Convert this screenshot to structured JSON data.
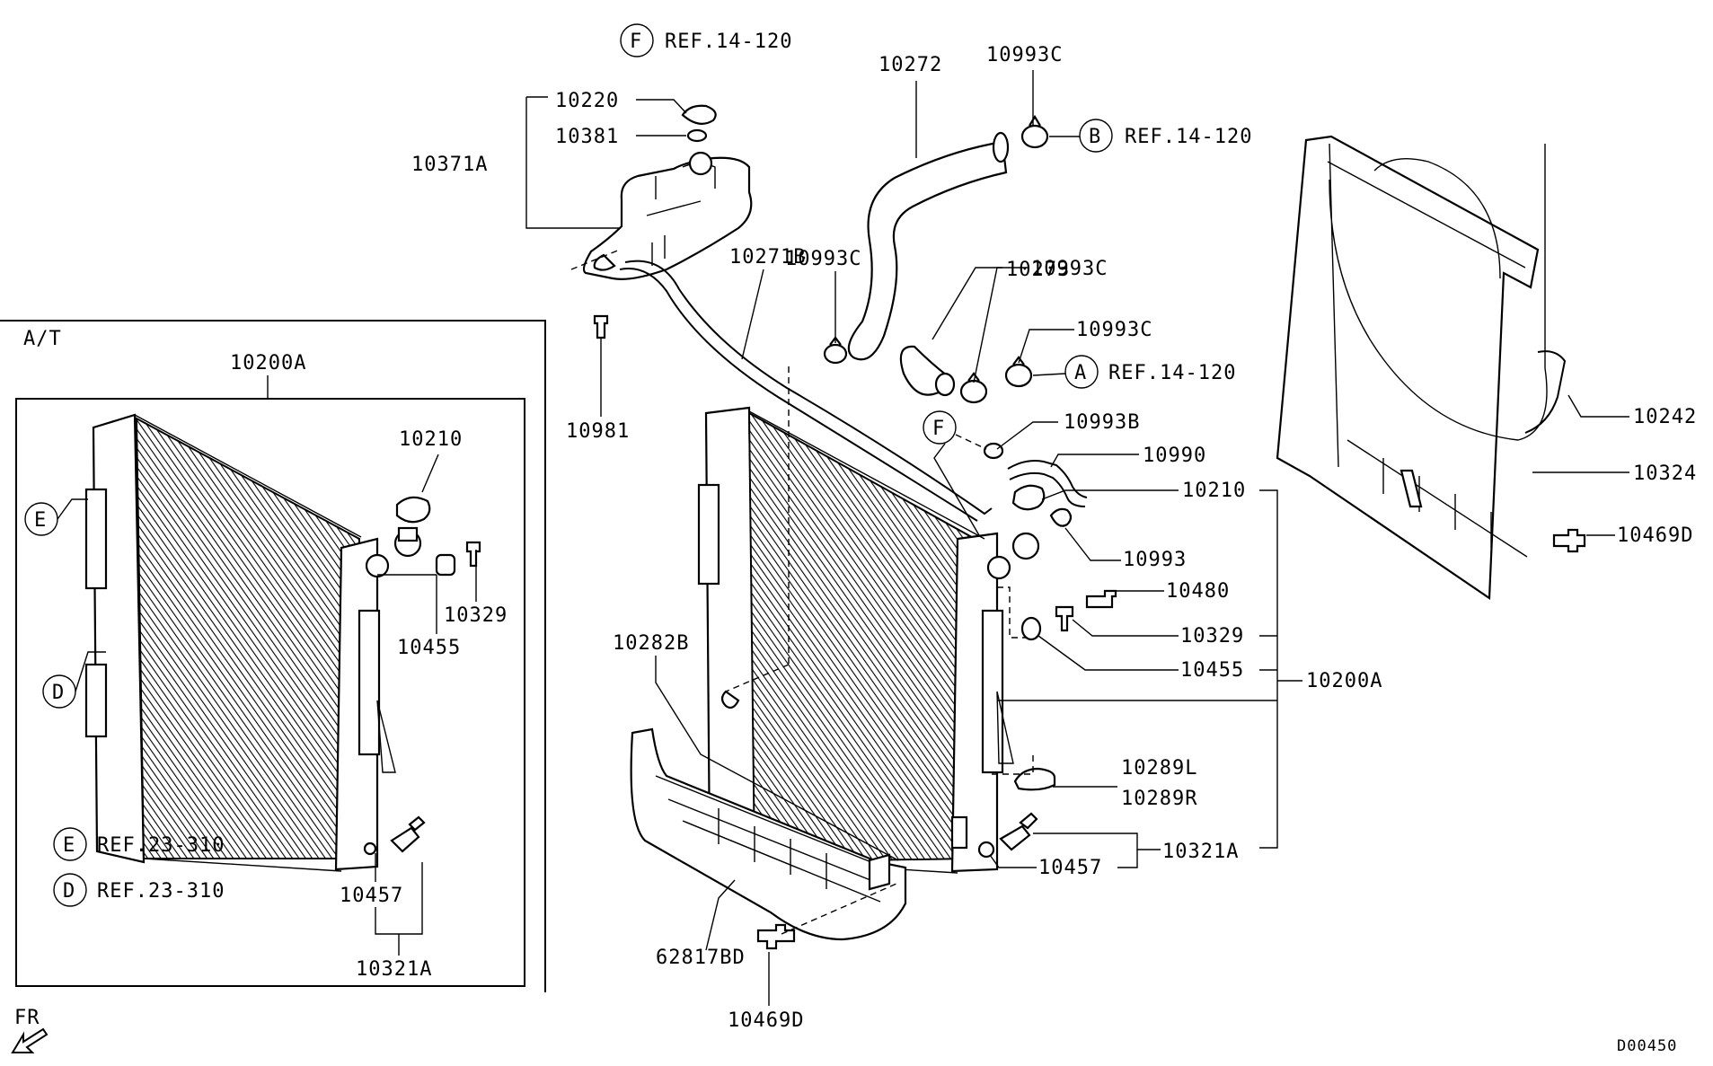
{
  "diagram_code": "D00450",
  "at_box_label": "A/T",
  "front_label": "FR",
  "refs": [
    {
      "letter": "F",
      "text": "REF.14-120"
    },
    {
      "letter": "B",
      "text": "REF.14-120"
    },
    {
      "letter": "A",
      "text": "REF.14-120"
    },
    {
      "letter": "E",
      "text": "REF.23-310"
    },
    {
      "letter": "D",
      "text": "REF.23-310"
    }
  ],
  "markers": [
    "E",
    "D",
    "F"
  ],
  "parts": [
    "10220",
    "10381",
    "10371A",
    "10272",
    "10993C",
    "10271B",
    "10993C",
    "10273",
    "10993C",
    "10993C",
    "10981",
    "10993B",
    "10990",
    "10210",
    "10993",
    "10480",
    "10329",
    "10455",
    "10200A",
    "10282B",
    "10289L",
    "10289R",
    "10321A",
    "10457",
    "62817BD",
    "10469D",
    "10242",
    "10324",
    "10469D"
  ],
  "inset_parts": [
    "10200A",
    "10210",
    "10329",
    "10455",
    "10457",
    "10321A"
  ]
}
